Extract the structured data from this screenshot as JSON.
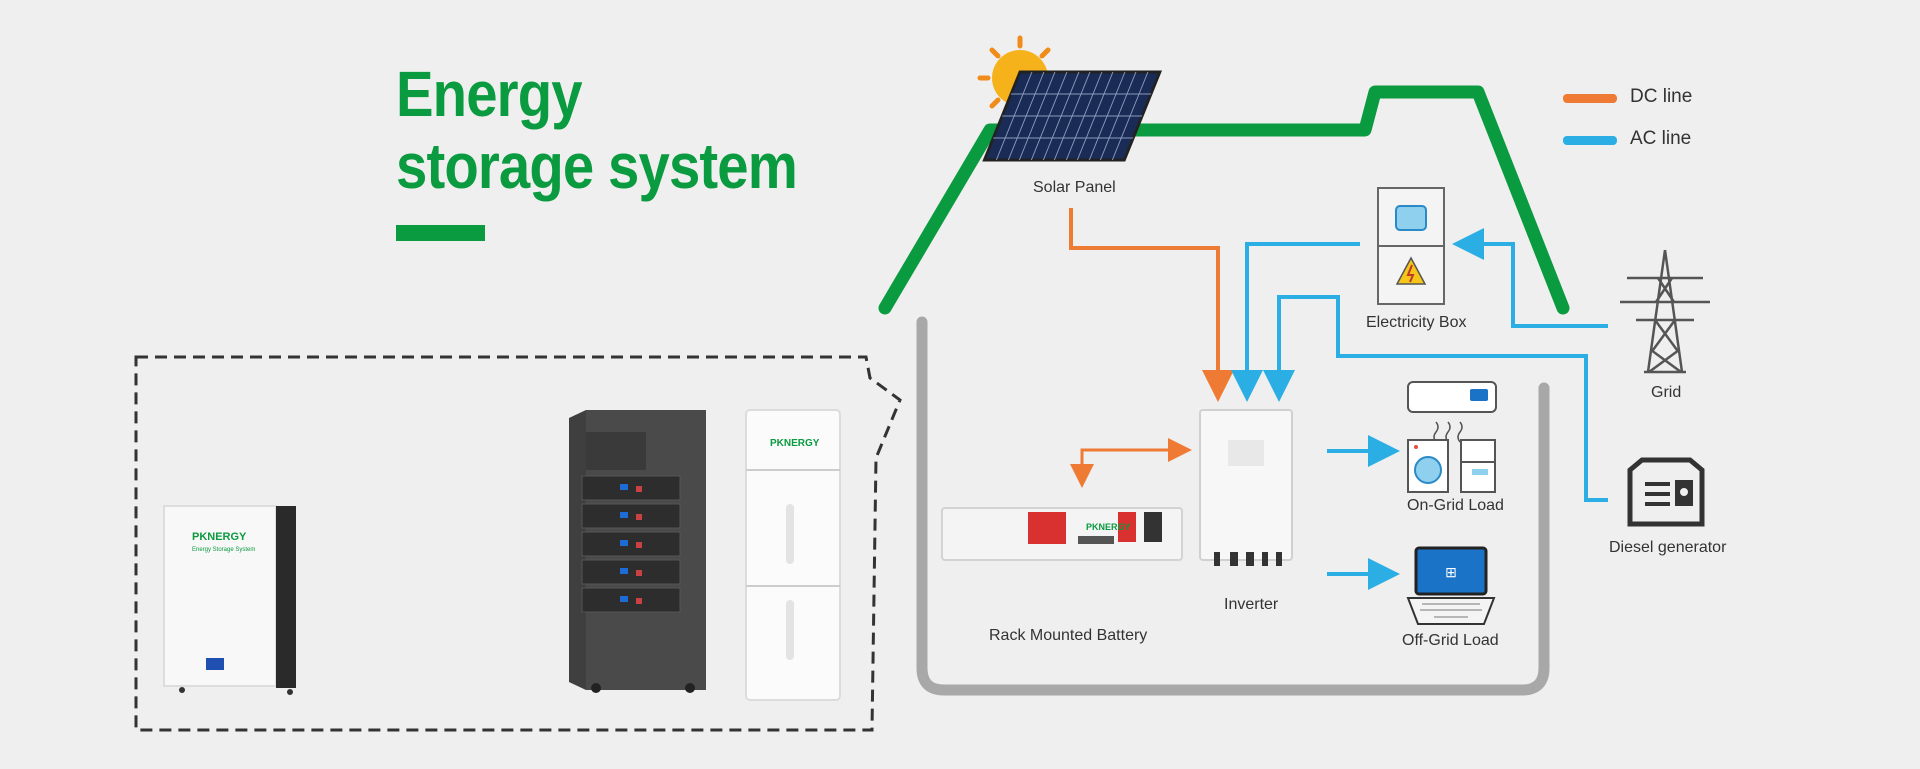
{
  "title": {
    "line1": "Energy",
    "line2": "storage system"
  },
  "legend": {
    "dc": {
      "label": "DC line",
      "color": "#ef7a33"
    },
    "ac": {
      "label": "AC line",
      "color": "#2aaee3"
    }
  },
  "labels": {
    "solar_panel": "Solar Panel",
    "electricity_box": "Electricity Box",
    "grid": "Grid",
    "diesel_generator": "Diesel generator",
    "inverter": "Inverter",
    "rack_battery": "Rack Mounted Battery",
    "on_grid_load": "On-Grid Load",
    "off_grid_load": "Off-Grid Load"
  },
  "brand": {
    "name": "PKNERGY",
    "tagline": "Energy Storage System"
  },
  "colors": {
    "house_outline": "#0a9a3f",
    "room_outline": "#a8a8a8",
    "dashed_box": "#333333"
  }
}
